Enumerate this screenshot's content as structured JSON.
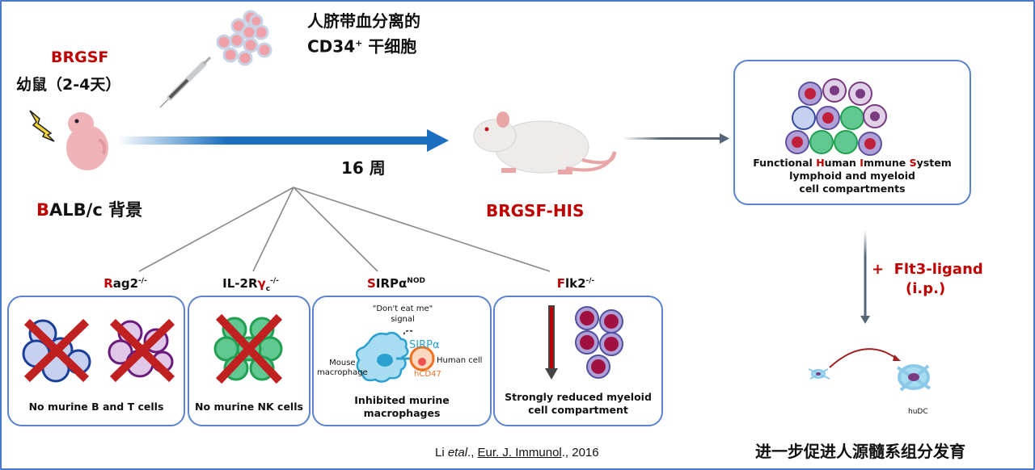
{
  "top": {
    "stem_cell_label_line1": "人脐带血分离的",
    "stem_cell_label_line2_prefix": "CD34",
    "stem_cell_label_line2_sup": "+",
    "stem_cell_label_line2_suffix": " 干细胞"
  },
  "left": {
    "strain": "BRGSF",
    "pup_label": "幼鼠（2-4天）",
    "background_prefix": "B",
    "background_rest": "ALB/c 背景"
  },
  "timeline": {
    "duration": "16 周",
    "result_strain": "BRGSF-HIS"
  },
  "his_box": {
    "line1_parts": [
      "Functional ",
      "H",
      "uman ",
      "I",
      "mmune ",
      "S",
      "ystem"
    ],
    "line2": "lymphoid and myeloid",
    "line3": "cell compartments"
  },
  "treatment": {
    "plus": "+",
    "agent": "Flt3-ligand",
    "route": "(i.p.)",
    "dc_label": "huDC",
    "conclusion": "进一步促进人源髓系组分发育"
  },
  "knockouts": [
    {
      "initial": "R",
      "rest": "ag2",
      "sup": "-/-",
      "caption": "No murine B and T cells"
    },
    {
      "prefix": "IL-2R",
      "gamma": "γ",
      "sub": "c",
      "sup": "-/-",
      "caption": "No murine NK cells"
    },
    {
      "initial": "S",
      "rest": "IRP",
      "alpha": "α",
      "sup": "NOD",
      "caption_line1": "Inhibited murine",
      "caption_line2": "macrophages",
      "signal_line1": "\"Don't eat me\"",
      "signal_line2": "signal",
      "sirpa": "SIRPα",
      "mouse_line1": "Mouse",
      "mouse_line2": "macrophage",
      "human_cell": "Human cell",
      "hcd47": "hCD47"
    },
    {
      "initial": "F",
      "rest": "lk2",
      "sup": "-/-",
      "caption_line1": "Strongly reduced myeloid",
      "caption_line2": "cell compartment"
    }
  ],
  "citation": {
    "author": "Li ",
    "etal": "etal",
    "sep1": "., ",
    "journal": "Eur. J. Immunol",
    "sep2": "., 2016"
  },
  "colors": {
    "accent_red": "#c00000",
    "frame_blue": "#4a78d0",
    "arrow_blue": "#1a6fc0"
  }
}
